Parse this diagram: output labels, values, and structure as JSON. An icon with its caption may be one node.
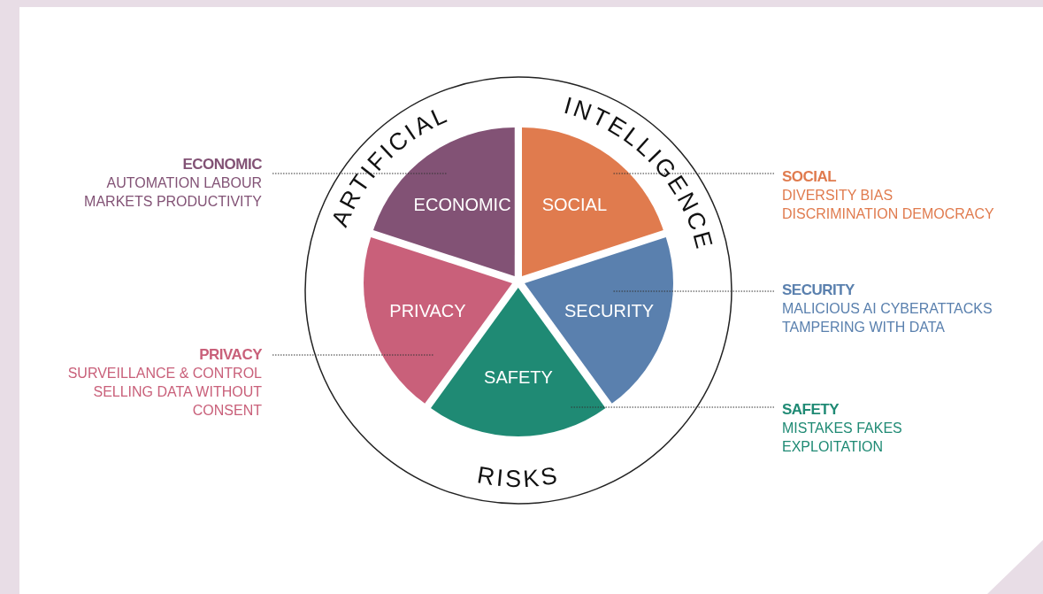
{
  "diagram": {
    "nodes": [
      {
        "text": [
          "ARTIFICIAL",
          "INTELLIGENCE",
          "RISKS"
        ]
      },
      {
        "text": [
          "ECONOMIC"
        ],
        "in": 0
      },
      {
        "text": [
          "SOCIAL"
        ],
        "in": 0
      },
      {
        "text": [
          "PRIVACY"
        ],
        "in": 0
      },
      {
        "text": [
          "SECURITY"
        ],
        "in": 0
      },
      {
        "text": [
          "SAFETY"
        ],
        "in": 0
      },
      {
        "text": [
          "ECONOMIC",
          "AUTOMATION LABOUR MARKETS PRODUCTIVITY"
        ]
      },
      {
        "text": [
          "SOCIAL",
          "DIVERSITY BIAS DISCRIMINATION DEMOCRACY"
        ]
      },
      {
        "text": [
          "SECURITY",
          "MALICIOUS AI CYBERATTACKS TAMPERING WITH DATA"
        ]
      },
      {
        "text": [
          "PRIVACY",
          "SURVEILLANCE & CONTROL SELLING DATA WITHOUT CONSENT"
        ]
      },
      {
        "text": [
          "SAFETY",
          "MISTAKES FAKES EXPLOITATION"
        ]
      }
    ],
    "edges": [
      {
        "from": 6,
        "to": 1,
        "arrow": "none",
        "style": "dashed"
      },
      {
        "from": 7,
        "to": 2,
        "arrow": "none",
        "style": "dashed"
      },
      {
        "from": 8,
        "to": 4,
        "arrow": "none",
        "style": "dashed"
      },
      {
        "from": 9,
        "to": 3,
        "arrow": "none",
        "style": "dashed"
      },
      {
        "from": 10,
        "to": 5,
        "arrow": "none",
        "style": "dashed"
      }
    ]
  }
}
